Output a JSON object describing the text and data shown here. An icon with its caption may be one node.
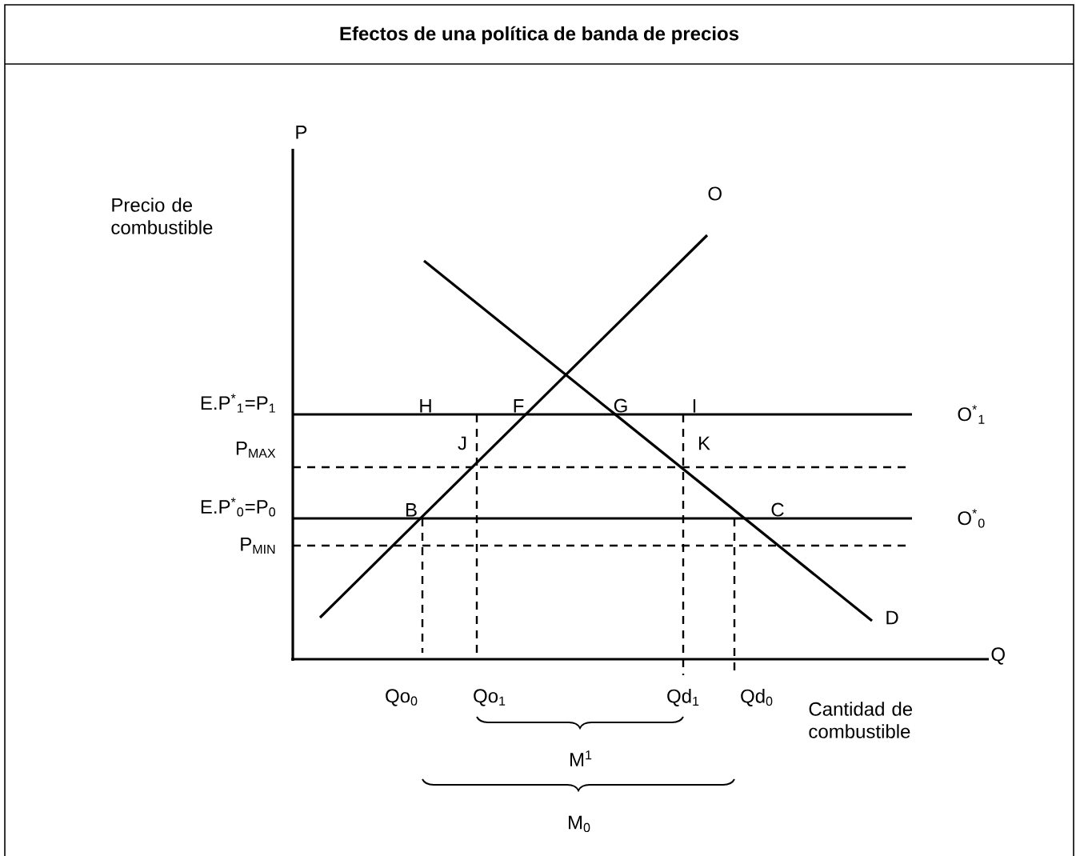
{
  "diagram": {
    "title": "Efectos de una política de banda de precios",
    "labels": [
      "P",
      "Precio de combustible",
      "O",
      "E.P$^{*}$$_{1}$=P$_{1}$",
      "H",
      "F",
      "G",
      "I",
      "O$^{*}$$_{1}$",
      "P$_{MAX}$",
      "J",
      "K",
      "E.P$^{*}$$_{0}$=P$_{0}$",
      "B",
      "C",
      "O$^{*}$$_{0}$",
      "P$_{MIN}$",
      "D",
      "Q",
      "Qo$_{0}$",
      "Qo$_{1}$",
      "Qd$_{1}$",
      "Qd$_{0}$",
      "Cantidad de combustible",
      "M$^{1}$",
      "M$_{0}$"
    ]
  }
}
